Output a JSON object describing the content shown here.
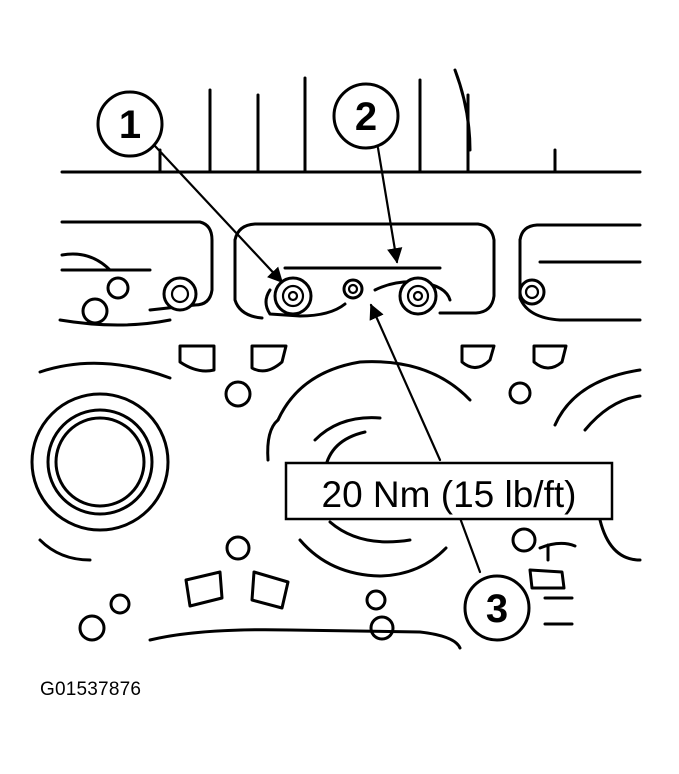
{
  "callouts": {
    "c1": "1",
    "c2": "2",
    "c3": "3"
  },
  "torque_label": "20 Nm (15 lb/ft)",
  "figure_id": "G01537876",
  "colors": {
    "ink": "#000000",
    "paper": "#ffffff"
  }
}
